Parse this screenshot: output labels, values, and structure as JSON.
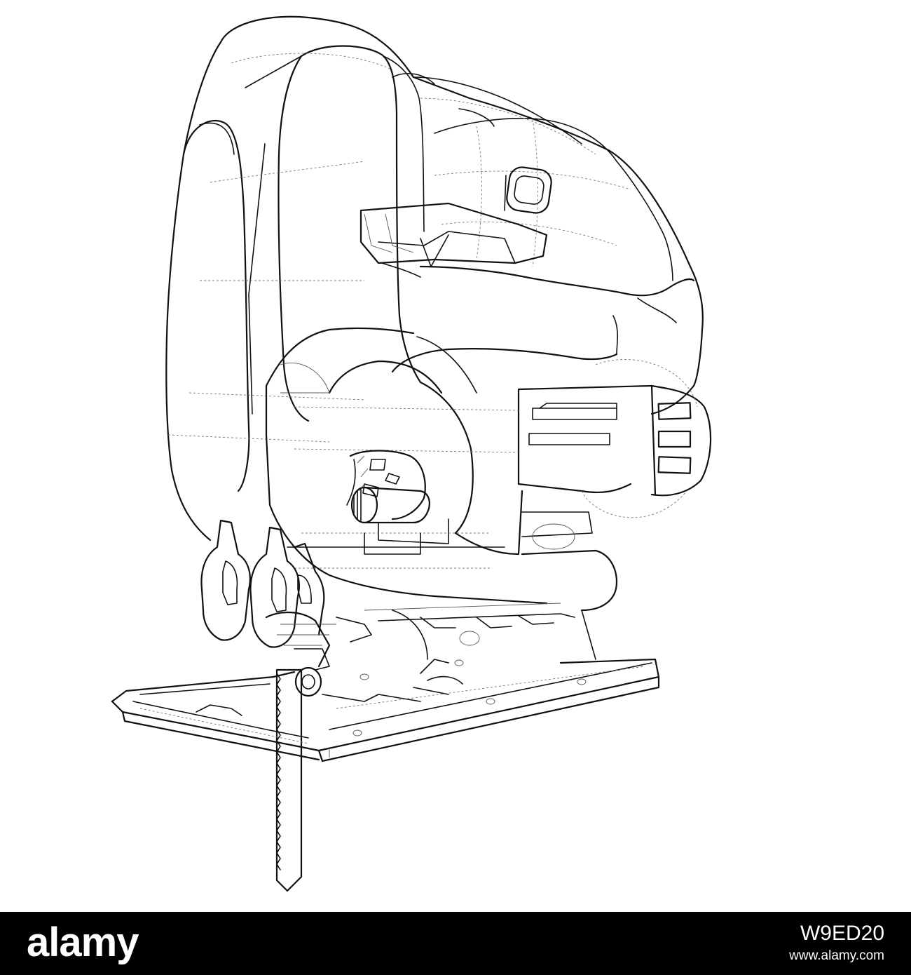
{
  "footer": {
    "brand": "alamy",
    "image_id": "W9ED20",
    "url": "www.alamy.com"
  },
  "colors": {
    "background": "#ffffff",
    "footer_bg": "#000000",
    "footer_text": "#ffffff",
    "line": "#111111"
  }
}
